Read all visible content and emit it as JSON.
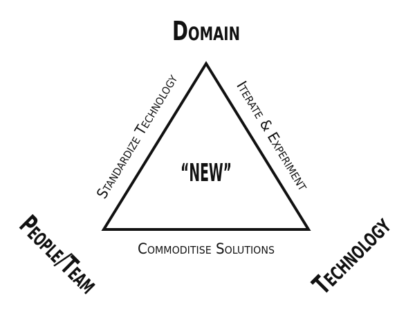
{
  "diagram": {
    "corners": {
      "top": "Domain",
      "bottom_left": "People/Team",
      "bottom_right": "Technology"
    },
    "edges": {
      "left": "Standardize Technology",
      "right": "Iterate & Experiment",
      "bottom": "Commoditise Solutions"
    },
    "center": "“NEW”"
  },
  "colors": {
    "ink": "#111111",
    "background": "#ffffff"
  }
}
